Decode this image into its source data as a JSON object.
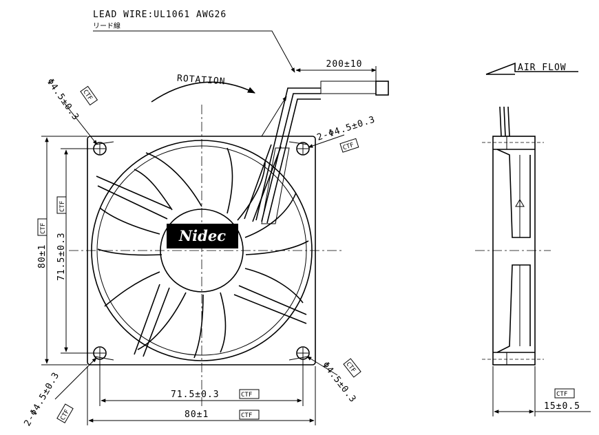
{
  "lead_wire": {
    "title": "LEAD WIRE:UL1061 AWG26",
    "japanese": "リード線",
    "length": "200±10"
  },
  "rotation_label": "ROTATION",
  "airflow_label": "AIR FLOW",
  "hub_brand": "Nidec",
  "ctf_tag": "CTF",
  "dims": {
    "hole_dia_topleft": "Φ4.5±0.3",
    "hole_dia_topright": "2-Φ4.5±0.3",
    "hole_dia_bottomright": "Φ4.5±0.3",
    "hole_dia_bottomleft": "2-Φ4.5±0.3",
    "height_outer": "80±1",
    "height_pitch": "71.5±0.3",
    "width_pitch": "71.5±0.3",
    "width_outer": "80±1",
    "thickness": "15±0.5"
  }
}
